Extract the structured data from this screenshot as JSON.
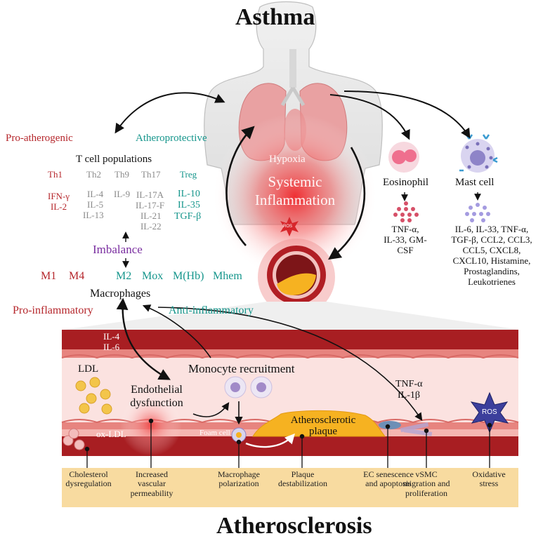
{
  "titles": {
    "top": "Asthma",
    "bottom": "Atherosclerosis"
  },
  "center": {
    "hypoxia": "Hypoxia",
    "systemic_line1": "Systemic",
    "systemic_line2": "Inflammation",
    "ros_small": "ROS"
  },
  "left_panel": {
    "pro_atherogenic": "Pro-atherogenic",
    "atheroprotective": "Atheroprotective",
    "t_cell_populations": "T cell populations",
    "th_subsets": [
      "Th1",
      "Th2",
      "Th9",
      "Th17",
      "Treg"
    ],
    "th1_cytokines": [
      "IFN-γ",
      "IL-2"
    ],
    "th2_cytokines": [
      "IL-4",
      "IL-5",
      "IL-13"
    ],
    "th9_cytokines": [
      "IL-9"
    ],
    "th17_cytokines": [
      "IL-17A",
      "IL-17-F",
      "IL-21",
      "IL-22"
    ],
    "treg_cytokines": [
      "IL-10",
      "IL-35",
      "TGF-β"
    ],
    "imbalance": "Imbalance",
    "macrophage_subtypes": [
      "M1",
      "M4",
      "M2",
      "Mox",
      "M(Hb)",
      "Mhem"
    ],
    "macrophages": "Macrophages",
    "pro_inflammatory": "Pro-inflammatory",
    "anti_inflammatory": "Anti-inflammatory"
  },
  "right_panel": {
    "eosinophil": "Eosinophil",
    "eosinophil_mediators": [
      "TNF-α,",
      "IL-33, GM-",
      "CSF"
    ],
    "mast_cell": "Mast cell",
    "mast_cell_mediators": [
      "IL-6, IL-33, TNF-α,",
      "TGF-β, CCL2, CCL3,",
      "CCL5, CXCL8,",
      "CXCL10, Histamine,",
      "Prostaglandins,",
      "Leukotrienes"
    ]
  },
  "vessel": {
    "il4": "IL-4",
    "il6": "IL-6",
    "ldl": "LDL",
    "endothelial_1": "Endothelial",
    "endothelial_2": "dysfunction",
    "monocyte_recruitment": "Monocyte recruitment",
    "ox_ldl": "ox-LDL",
    "foam_cell": "Foam cell",
    "plaque_1": "Atherosclerotic",
    "plaque_2": "plaque",
    "tnf": "TNF-α",
    "il1b": "IL-1β",
    "ros": "ROS"
  },
  "bottom_bar": {
    "items": [
      [
        "Cholesterol",
        "dysregulation"
      ],
      [
        "Increased",
        "vascular",
        "permeability"
      ],
      [
        "Macrophage",
        "polarization"
      ],
      [
        "Plaque",
        "destabilization"
      ],
      [
        "EC senescence",
        "and apoptosis"
      ],
      [
        "vSMC",
        "migration and",
        "proliferation"
      ],
      [
        "Oxidative",
        "stress"
      ]
    ]
  },
  "colors": {
    "pro": "#b5262b",
    "anti": "#16968c",
    "imbalance": "#7a2ea0",
    "bar_fill": "#f8dba0",
    "vessel_wall": "#a81e22",
    "vessel_lumen": "#fbe2e0"
  }
}
